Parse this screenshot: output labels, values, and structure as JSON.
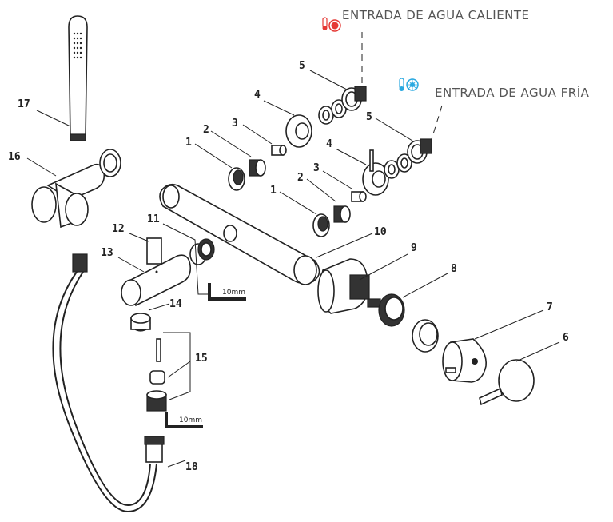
{
  "legend": {
    "hot_inlet": {
      "label": "ENTRADA DE AGUA CALIENTE",
      "color": "#e53935",
      "icon": "thermometer-hot-icon"
    },
    "cold_inlet": {
      "label": "ENTRADA DE AGUA FRÍA",
      "color": "#29a8e0",
      "icon": "thermometer-cold-icon"
    }
  },
  "callouts": {
    "p1a": "1",
    "p1b": "1",
    "p2a": "2",
    "p2b": "2",
    "p3a": "3",
    "p3b": "3",
    "p4a": "4",
    "p4b": "4",
    "p5a": "5",
    "p5b": "5",
    "p6": "6",
    "p7": "7",
    "p8": "8",
    "p9": "9",
    "p10": "10",
    "p11": "11",
    "p12": "12",
    "p13": "13",
    "p14": "14",
    "p15": "15",
    "p16": "16",
    "p17": "17",
    "p18": "18"
  },
  "tools": {
    "hex_key_a": "10mm",
    "hex_key_b": "10mm"
  }
}
